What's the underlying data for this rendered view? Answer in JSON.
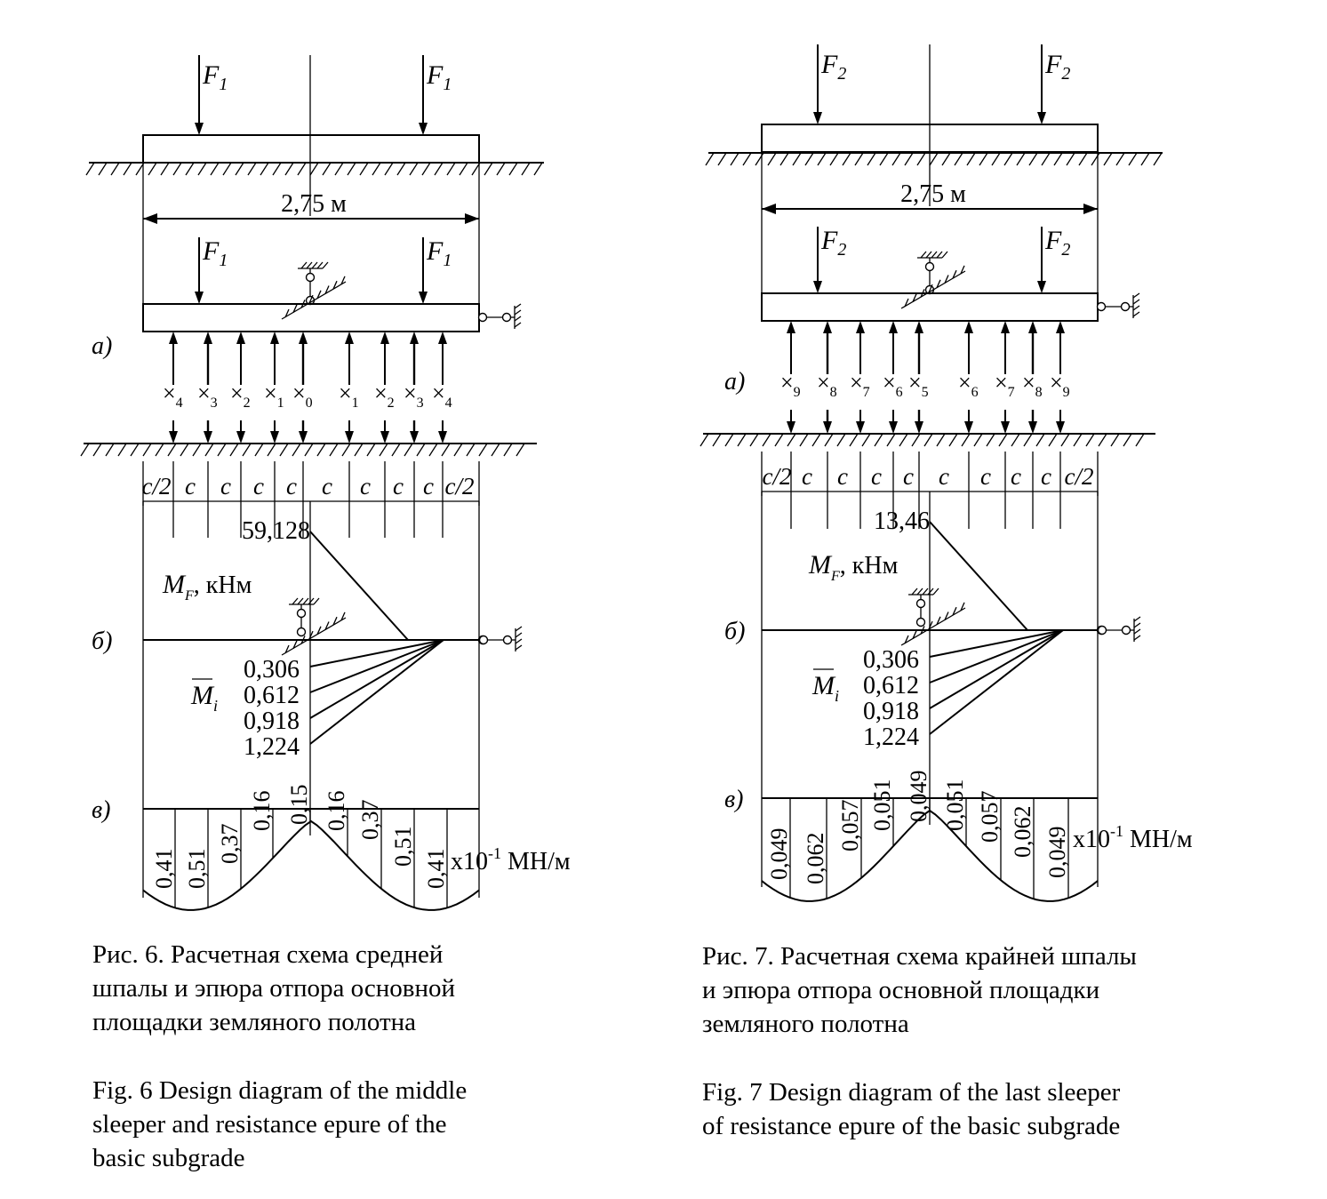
{
  "fig6": {
    "force": "F",
    "force_sub": "1",
    "width_label": "2,75 м",
    "label_a": "а)",
    "label_b": "б)",
    "label_v": "в)",
    "x_labels": [
      {
        "sym": "×",
        "sub": "4"
      },
      {
        "sym": "×",
        "sub": "3"
      },
      {
        "sym": "×",
        "sub": "2"
      },
      {
        "sym": "×",
        "sub": "1"
      },
      {
        "sym": "×",
        "sub": "0"
      },
      {
        "sym": "×",
        "sub": "1"
      },
      {
        "sym": "×",
        "sub": "2"
      },
      {
        "sym": "×",
        "sub": "3"
      },
      {
        "sym": "×",
        "sub": "4"
      }
    ],
    "spacing_labels": [
      "c/2",
      "c",
      "c",
      "c",
      "c",
      "c",
      "c",
      "c",
      "c",
      "c/2"
    ],
    "moment_value": "59,128",
    "moment_label_M": "M",
    "moment_label_F": "F",
    "moment_label_unit": ", кНм",
    "mi_label_M": "M",
    "mi_label_i": "i",
    "mi_values": [
      "0,306",
      "0,612",
      "0,918",
      "1,224"
    ],
    "reaction_values": [
      "0,41",
      "0,51",
      "0,37",
      "0,16",
      "0,15",
      "0,16",
      "0,37",
      "0,51",
      "0,41"
    ],
    "reaction_unit_prefix": "x10",
    "reaction_unit_exp": "-1",
    "reaction_unit_suffix": " МН/м",
    "caption_ru": [
      "Рис. 6. Расчетная схема средней",
      "шпалы и эпюра отпора основной",
      "площадки земляного полотна"
    ],
    "caption_en": [
      "Fig. 6 Design diagram of the middle",
      "sleeper and resistance epure of the",
      "basic subgrade"
    ]
  },
  "fig7": {
    "force": "F",
    "force_sub": "2",
    "width_label": "2,75 м",
    "label_a": "а)",
    "label_b": "б)",
    "label_v": "в)",
    "x_labels": [
      {
        "sym": "×",
        "sub": "9"
      },
      {
        "sym": "×",
        "sub": "8"
      },
      {
        "sym": "×",
        "sub": "7"
      },
      {
        "sym": "×",
        "sub": "6"
      },
      {
        "sym": "×",
        "sub": "5"
      },
      {
        "sym": "×",
        "sub": "6"
      },
      {
        "sym": "×",
        "sub": "7"
      },
      {
        "sym": "×",
        "sub": "8"
      },
      {
        "sym": "×",
        "sub": "9"
      }
    ],
    "spacing_labels": [
      "c/2",
      "c",
      "c",
      "c",
      "c",
      "c",
      "c",
      "c",
      "c",
      "c/2"
    ],
    "moment_value": "13,46",
    "moment_label_M": "M",
    "moment_label_F": "F",
    "moment_label_unit": ", кНм",
    "mi_label_M": "M",
    "mi_label_i": "i",
    "mi_values": [
      "0,306",
      "0,612",
      "0,918",
      "1,224"
    ],
    "reaction_values": [
      "0,049",
      "0,062",
      "0,057",
      "0,051",
      "0,049",
      "0,051",
      "0,057",
      "0,062",
      "0,049"
    ],
    "reaction_unit_prefix": "x10",
    "reaction_unit_exp": "-1",
    "reaction_unit_suffix": " МН/м",
    "caption_ru": [
      "Рис. 7. Расчетная схема крайней шпалы",
      "и эпюра отпора основной площадки",
      "земляного полотна"
    ],
    "caption_en": [
      "Fig. 7 Design diagram of the last sleeper",
      "of resistance epure of the basic subgrade"
    ]
  }
}
